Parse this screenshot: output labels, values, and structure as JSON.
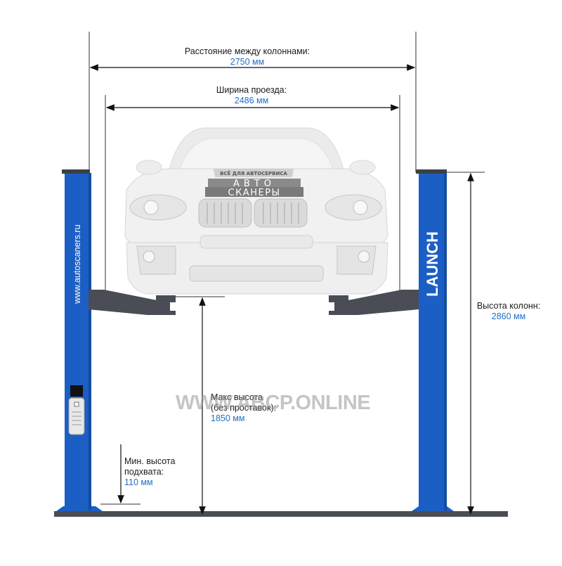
{
  "dimensions": {
    "column_distance": {
      "label": "Расстояние между колоннами:",
      "value": "2750 мм"
    },
    "drive_width": {
      "label": "Ширина проезда:",
      "value": "2486 мм"
    },
    "column_height": {
      "label": "Высота колонн:",
      "value": "2860 мм"
    },
    "max_height": {
      "line1": "Макс высота",
      "line2": "(без проставок):",
      "value": "1850 мм"
    },
    "min_height": {
      "line1": "Мин. высота",
      "line2": "подхвата:",
      "value": "110 мм"
    }
  },
  "branding": {
    "site_vertical": "www.autoscaners.ru",
    "brand": "LAUNCH",
    "plate_top": "ВСЁ ДЛЯ АВТОСЕРВИСА",
    "plate_line1": "АВТО",
    "plate_line2": "СКАНЕРЫ",
    "watermark": "WWW.ABCP.ONLINE"
  },
  "colors": {
    "column_blue": "#1c5fc4",
    "dimension_value": "#1e6fc8",
    "arm_gray": "#4a4d55"
  }
}
